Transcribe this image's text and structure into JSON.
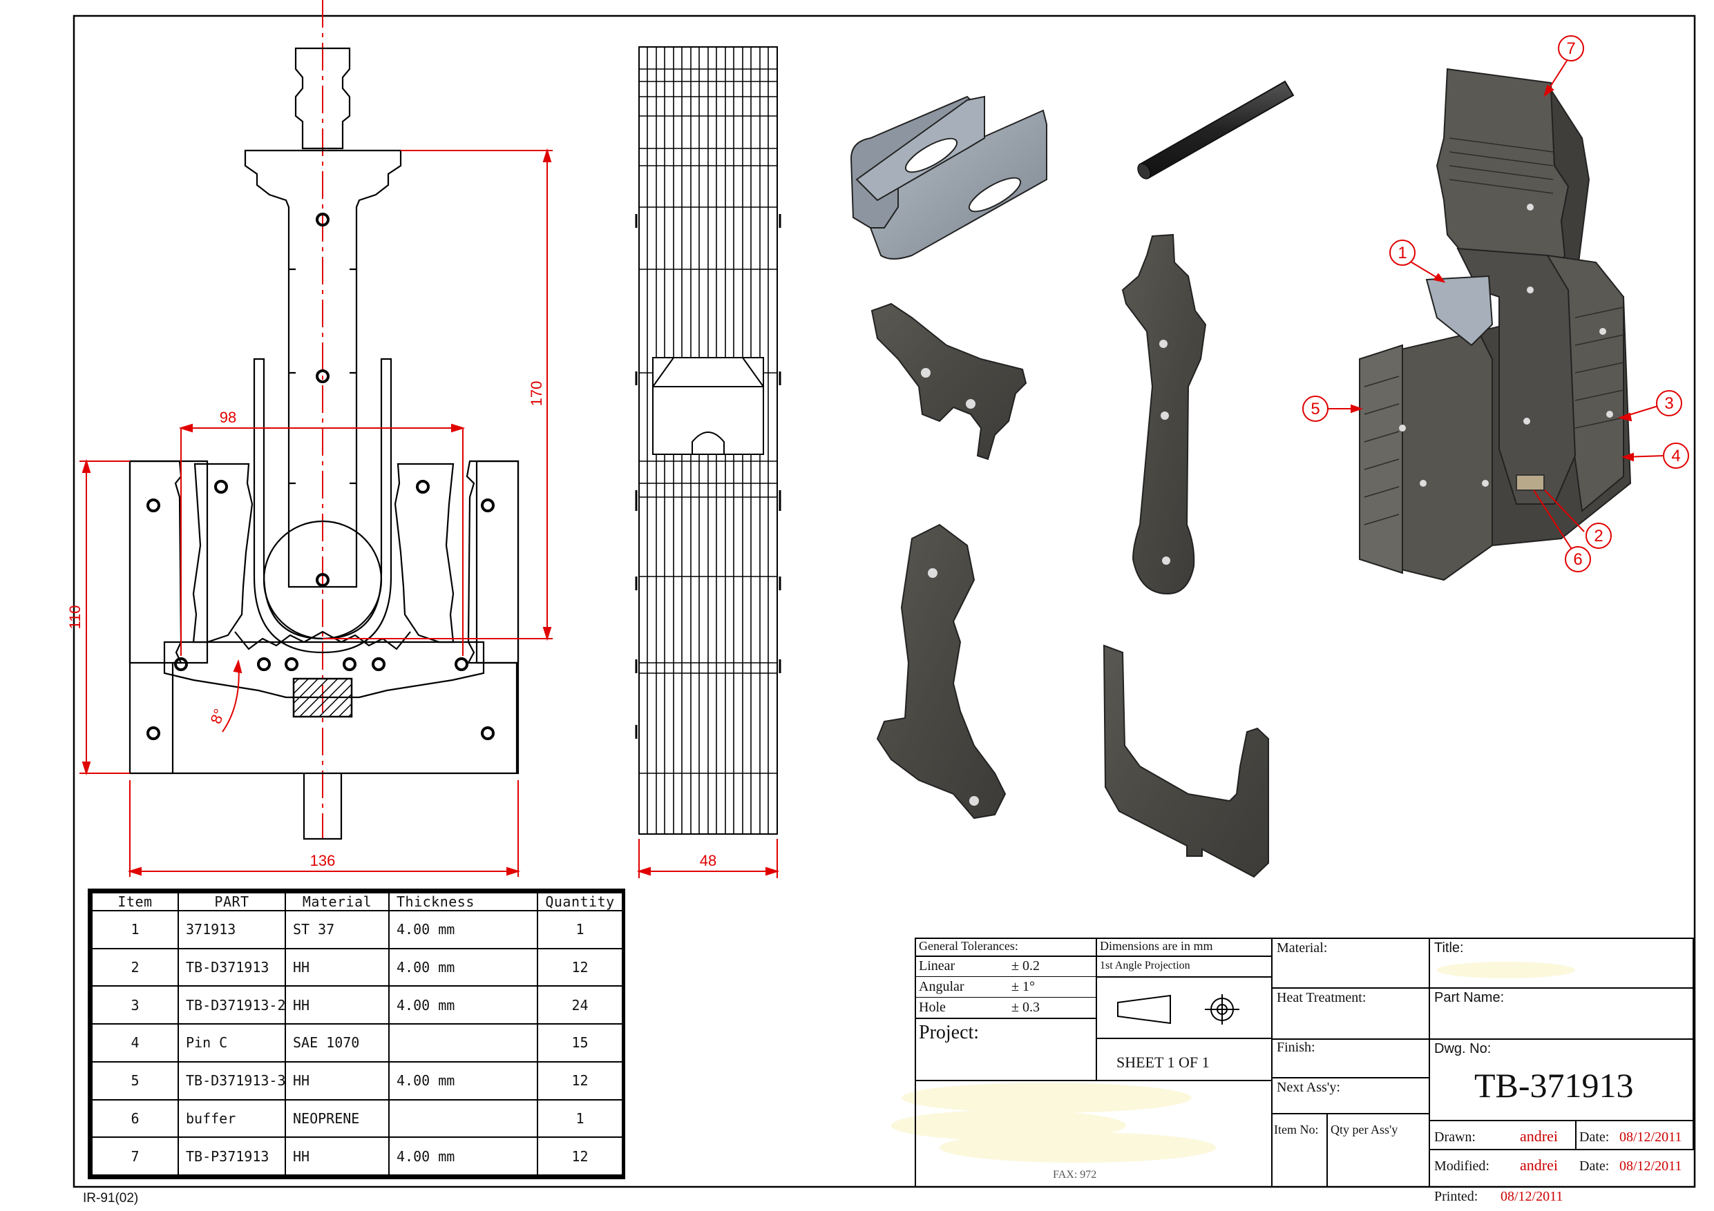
{
  "dimensions": {
    "overall_width": "136",
    "inner_width": "98",
    "height_plate": "110",
    "height_stem": "170",
    "side_width": "48",
    "angle": "8°"
  },
  "balloons": [
    "1",
    "2",
    "3",
    "4",
    "5",
    "6",
    "7"
  ],
  "bom": {
    "headers": [
      "Item",
      "PART",
      "Material",
      "Thickness",
      "Quantity"
    ],
    "rows": [
      [
        "1",
        "371913",
        "ST 37",
        "4.00 mm",
        "1"
      ],
      [
        "2",
        "TB-D371913",
        "HH",
        "4.00 mm",
        "12"
      ],
      [
        "3",
        "TB-D371913-2",
        "HH",
        "4.00 mm",
        "24"
      ],
      [
        "4",
        "Pin C",
        "SAE 1070",
        "",
        "15"
      ],
      [
        "5",
        "TB-D371913-3",
        "HH",
        "4.00 mm",
        "12"
      ],
      [
        "6",
        "buffer",
        "NEOPRENE",
        "",
        "1"
      ],
      [
        "7",
        "TB-P371913",
        "HH",
        "4.00 mm",
        "12"
      ]
    ]
  },
  "title_block": {
    "general_tolerances": "General Tolerances:",
    "dimensions_note": "Dimensions are in mm",
    "projection": "1st Angle Projection",
    "tolerances": [
      {
        "label": "Linear",
        "value": "± 0.2"
      },
      {
        "label": "Angular",
        "value": "± 1°"
      },
      {
        "label": "Hole",
        "value": "± 0.3"
      }
    ],
    "project_label": "Project:",
    "sheet": "SHEET 1 OF 1",
    "material_label": "Material:",
    "heat_treatment_label": "Heat Treatment:",
    "finish_label": "Finish:",
    "next_assy_label": "Next Ass'y:",
    "item_no_label": "Item No:",
    "qty_label": "Qty per Ass'y",
    "title_label": "Title:",
    "part_name_label": "Part Name:",
    "dwg_no_label": "Dwg. No:",
    "dwg_no": "TB-371913",
    "drawn_label": "Drawn:",
    "drawn_by": "andrei",
    "modified_label": "Modified:",
    "modified_by": "andrei",
    "date_label": "Date:",
    "drawn_date": "08/12/2011",
    "modified_date": "08/12/2011",
    "printed_label": "Printed:",
    "printed_date": "08/12/2011",
    "fax_label": "FAX: 972"
  },
  "footer_code": "IR-91(02)",
  "colors": {
    "dimension": "#e00000",
    "steel_dark": "#4b4a47",
    "steel_light": "#8d949c",
    "highlight": "#fbf8dc"
  }
}
